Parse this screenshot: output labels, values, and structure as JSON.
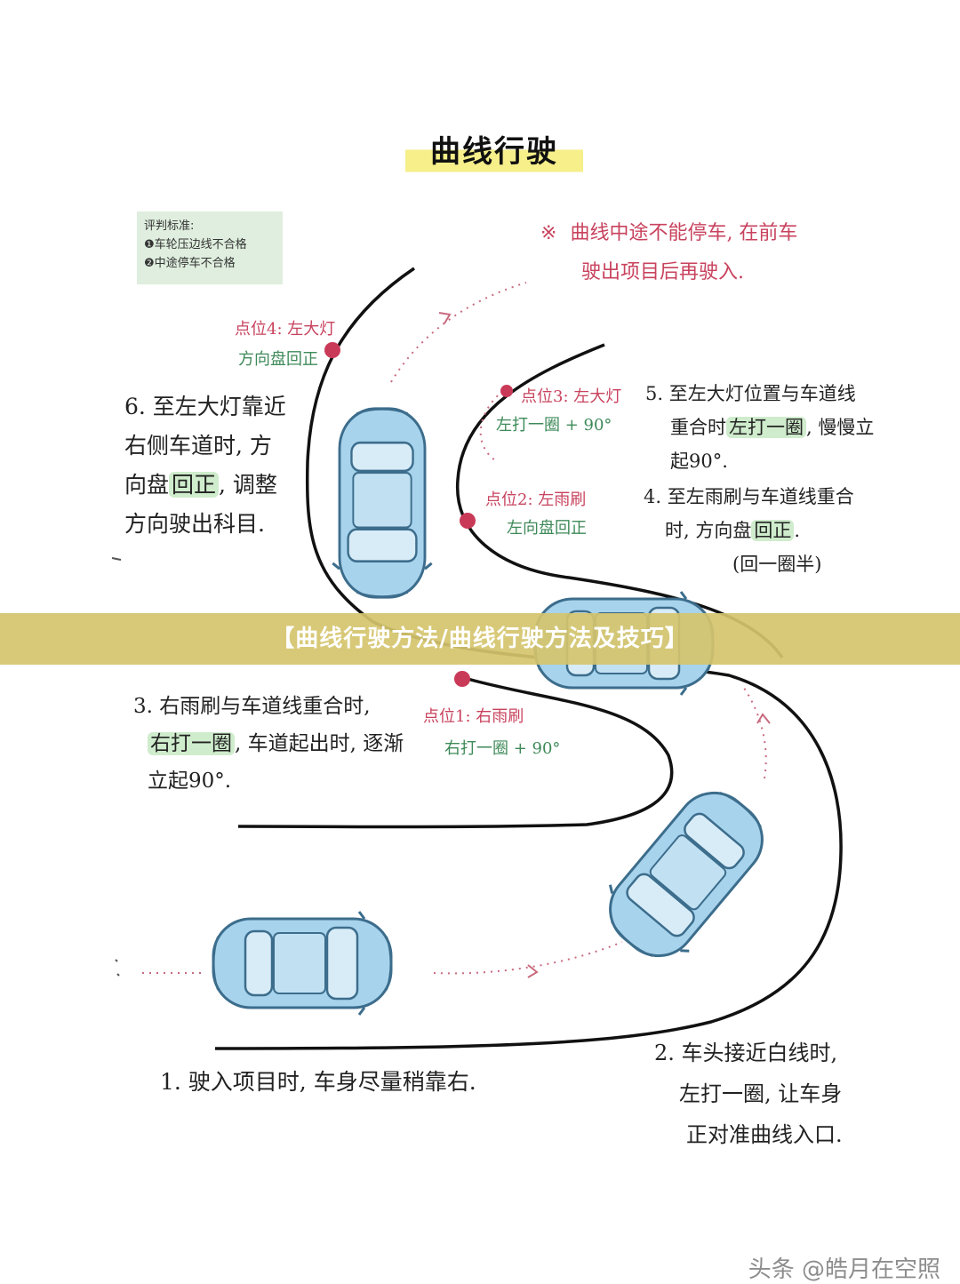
{
  "title": "曲线行驶",
  "criteria": {
    "heading": "评判标准:",
    "items": [
      "❶车轮压边线不合格",
      "❷中途停车不合格"
    ]
  },
  "warning": {
    "symbol": "※",
    "line1": "曲线中途不能停车, 在前车",
    "line2": "驶出项目后再驶入."
  },
  "points": {
    "p4": {
      "name": "点位4: 左大灯",
      "action": "方向盘回正"
    },
    "p3": {
      "name": "点位3: 左大灯",
      "action": "左打一圈 + 90°"
    },
    "p2": {
      "name": "点位2: 左雨刷",
      "action": "左向盘回正"
    },
    "p1": {
      "name": "点位1: 右雨刷",
      "action": "右打一圈 + 90°"
    }
  },
  "steps": {
    "s6": {
      "l1": "6. 至左大灯靠近",
      "l2": "右侧车道时, 方",
      "l3a": "向盘",
      "l3hl": "回正",
      "l3b": ", 调整",
      "l4": "方向驶出科目."
    },
    "s5": {
      "l1": "5. 至左大灯位置与车道线",
      "l2a": "重合时",
      "l2hl": "左打一圈",
      "l2b": ", 慢慢立",
      "l3": "起90°."
    },
    "s4": {
      "l1": "4. 至左雨刷与车道线重合",
      "l2a": "时, 方向盘",
      "l2hl": "回正",
      "l2b": ".",
      "l3": "(回一圈半)"
    },
    "s3": {
      "l1": "3. 右雨刷与车道线重合时,",
      "l2hl": "右打一圈",
      "l2b": ", 车道起出时, 逐渐",
      "l3": "立起90°."
    },
    "s2": {
      "l1": "2. 车头接近白线时,",
      "l2": "左打一圈, 让车身",
      "l3": "正对准曲线入口."
    },
    "s1": {
      "l1": "1. 驶入项目时, 车身尽量稍靠右."
    }
  },
  "banner": "【曲线行驶方法/曲线行驶方法及技巧】",
  "watermark": "头条 @皓月在空照",
  "colors": {
    "road": "#111111",
    "car": "#a8d3ec",
    "car_outline": "#3c6d8c",
    "point": "#c93a58",
    "guide": "#c86a7e",
    "highlight": "#cfeccc",
    "banner": "#d5c46d"
  }
}
